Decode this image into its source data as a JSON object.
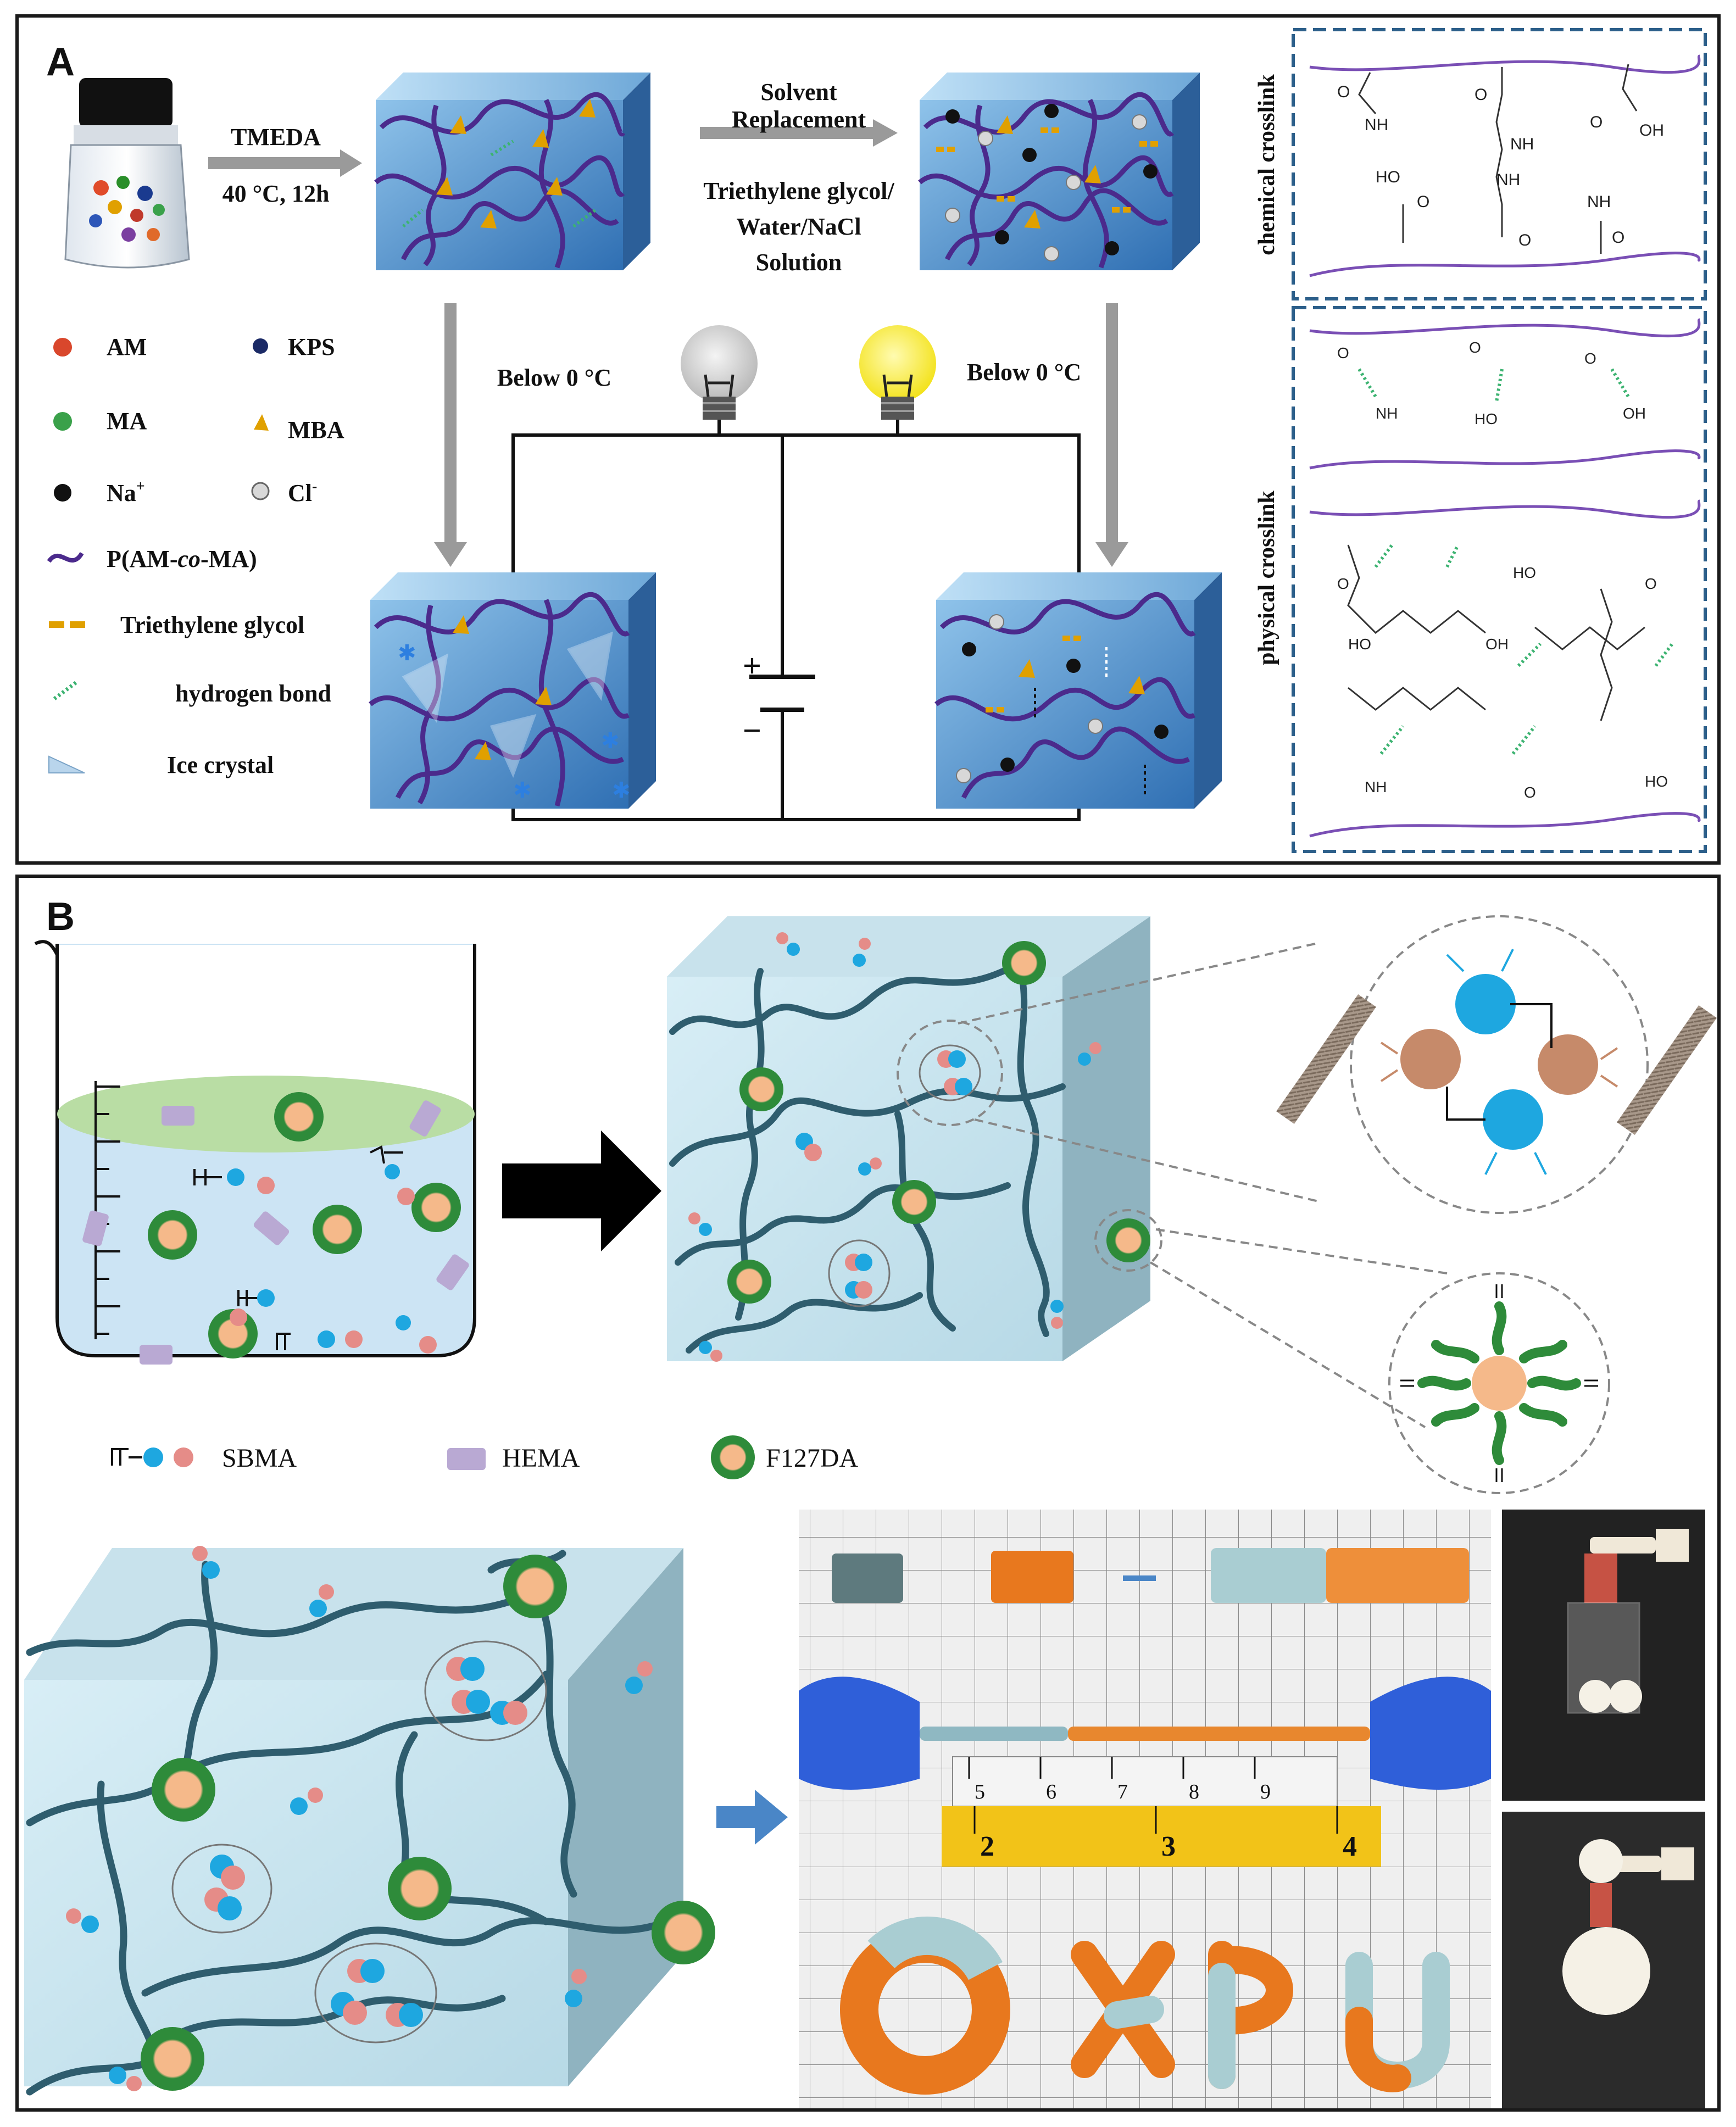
{
  "panelA": {
    "label": "A",
    "step1": {
      "line1": "TMEDA",
      "line2": "40 °C, 12h"
    },
    "step2": {
      "line1": "Solvent",
      "line2": "Replacement",
      "line3": "Triethylene glycol/",
      "line4": "Water/NaCl",
      "line5": "Solution"
    },
    "below_left": "Below 0 °C",
    "below_right": "Below 0 °C",
    "legend": {
      "am": "AM",
      "kps": "KPS",
      "ma": "MA",
      "mba": "MBA",
      "na": "Na",
      "na_sup": "+",
      "cl": "Cl",
      "cl_sup": "-",
      "polymer": "P(AM-co-MA)",
      "polymer_pre": "P(AM-",
      "polymer_italic": "co",
      "polymer_post": "-MA)",
      "teg": "Triethylene glycol",
      "hbond": "hydrogen bond",
      "ice": "Ice crystal"
    },
    "battery": {
      "plus": "+",
      "minus": "−"
    },
    "chemical_label": "chemical crosslink",
    "physical_label": "physical crosslink",
    "chem_text": [
      "O",
      "NH",
      "O",
      "OH",
      "NH",
      "NH",
      "HO",
      "O",
      "O",
      "NH",
      "O",
      "NH",
      "O",
      "OH",
      "HO",
      "O",
      "HO",
      "OH",
      "HO",
      "O",
      "NH",
      "O"
    ]
  },
  "panelB": {
    "label": "B",
    "legend": {
      "sbma": "SBMA",
      "hema": "HEMA",
      "f127": "F127DA"
    },
    "ruler_numbers": [
      "5",
      "6",
      "7",
      "8",
      "9",
      "2",
      "3",
      "4"
    ]
  },
  "colors": {
    "cube_blue": "#4a8ccc",
    "polymer_purple": "#4b2a8c",
    "crosslink_gold": "#e0a000",
    "hbond_green": "#3cb371",
    "gel_blue": "#cfe5ee",
    "chain_teal": "#2f5d6e",
    "micelle_green": "#2e8b3a",
    "micelle_core": "#f5b98a",
    "ion_blue": "#1ea7e0",
    "ion_pink": "#e58c88",
    "gel_orange": "#e8781e",
    "dash_box": "#2c5f8a"
  }
}
